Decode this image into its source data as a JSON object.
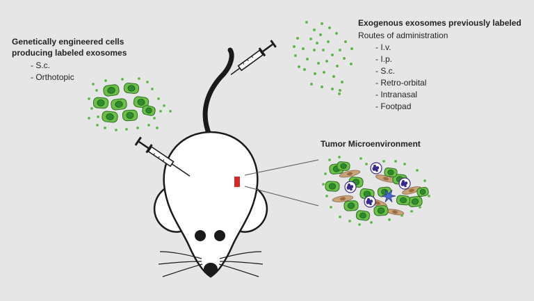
{
  "left_block": {
    "title_line1": "Genetically engineered cells",
    "title_line2": "producing labeled exosomes",
    "items": [
      "S.c.",
      "Orthotopic"
    ]
  },
  "right_block": {
    "title": "Exogenous exosomes previously labeled",
    "subtitle": "Routes of administration",
    "items": [
      "I.v.",
      "I.p.",
      "S.c.",
      "Retro-orbital",
      "Intranasal",
      "Footpad"
    ]
  },
  "tumor_label": "Tumor Microenvironment",
  "colors": {
    "background": "#e6e6e6",
    "cell_fill": "#6cc04a",
    "cell_nucleus": "#2e8a2a",
    "exosome": "#5fb84a",
    "tumor_marker": "#d42a2a",
    "fibroblast": "#c9a27a",
    "immune_cell": "#3a2a8a",
    "outline": "#1a1a1a"
  }
}
